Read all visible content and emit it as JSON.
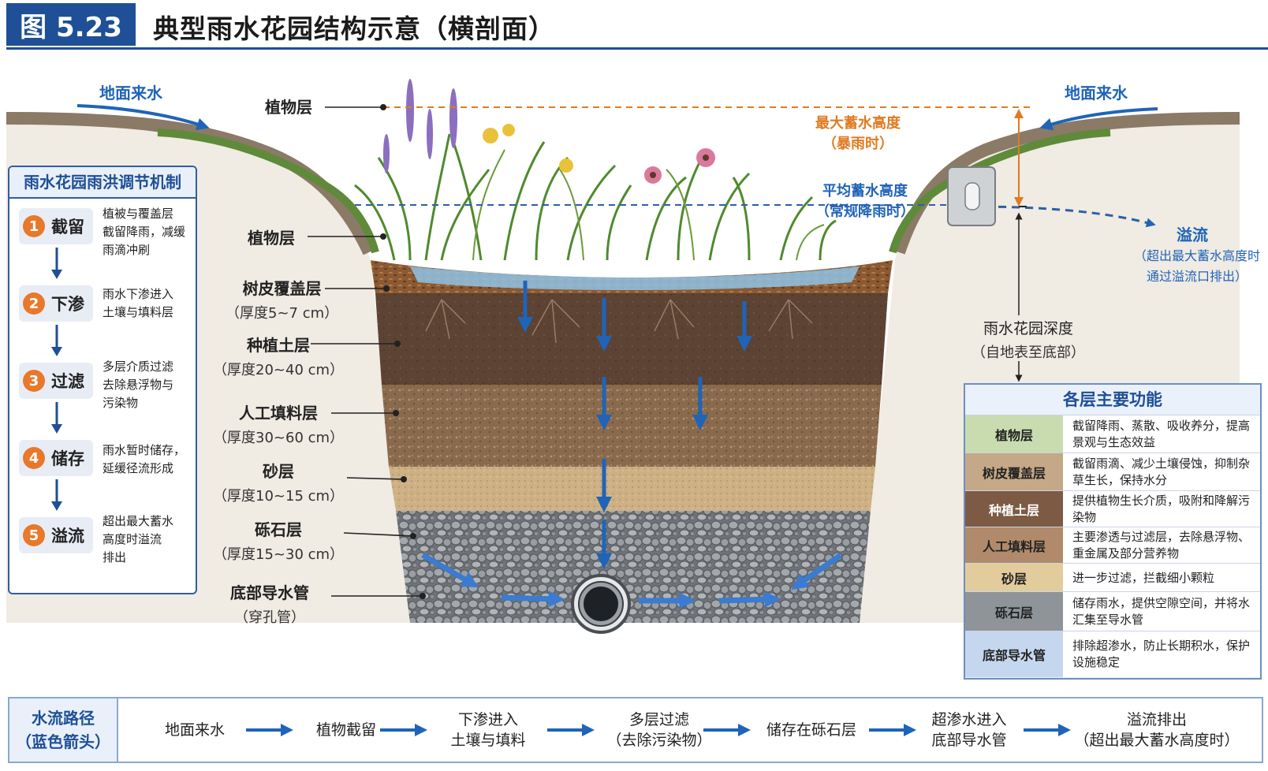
{
  "figure": {
    "badge": "图 5.23",
    "title": "典型雨水花园结构示意（横剖面）"
  },
  "surface": {
    "inflow_left": "地面来水",
    "inflow_right": "地面来水",
    "max_level": {
      "title": "最大蓄水高度",
      "note": "（暴雨时）"
    },
    "avg_level": {
      "title": "平均蓄水高度",
      "note": "（常规降雨时）"
    },
    "overflow": {
      "title": "溢流",
      "note_1": "（超出最大蓄水高度时",
      "note_2": "通过溢流口排出）"
    },
    "depth": {
      "title": "雨水花园深度",
      "note": "（自地表至底部）"
    },
    "top_plant_label": "植物层"
  },
  "layers": [
    {
      "name": "植物层",
      "thickness": ""
    },
    {
      "name": "树皮覆盖层",
      "thickness": "（厚度5~7 cm）"
    },
    {
      "name": "种植土层",
      "thickness": "（厚度20~40 cm）"
    },
    {
      "name": "人工填料层",
      "thickness": "（厚度30~60 cm）"
    },
    {
      "name": "砂层",
      "thickness": "（厚度10~15 cm）"
    },
    {
      "name": "砾石层",
      "thickness": "（厚度15~30 cm）"
    },
    {
      "name": "底部导水管",
      "thickness": "（穿孔管）"
    }
  ],
  "mechanism": {
    "title": "雨水花园雨洪调节机制",
    "steps": [
      {
        "num": "1",
        "name": "截留",
        "desc_1": "植被与覆盖层",
        "desc_2": "截留降雨，减缓",
        "desc_3": "雨滴冲刷"
      },
      {
        "num": "2",
        "name": "下渗",
        "desc_1": "雨水下渗进入",
        "desc_2": "土壤与填料层",
        "desc_3": ""
      },
      {
        "num": "3",
        "name": "过滤",
        "desc_1": "多层介质过滤",
        "desc_2": "去除悬浮物与",
        "desc_3": "污染物"
      },
      {
        "num": "4",
        "name": "储存",
        "desc_1": "雨水暂时储存，",
        "desc_2": "延缓径流形成",
        "desc_3": ""
      },
      {
        "num": "5",
        "name": "溢流",
        "desc_1": "超出最大蓄水",
        "desc_2": "高度时溢流",
        "desc_3": "排出"
      }
    ]
  },
  "functions": {
    "title": "各层主要功能",
    "rows": [
      {
        "name": "植物层",
        "desc": "截留降雨、蒸散、吸收养分，提高景观与生态效益",
        "color": "#c9dcb0",
        "text": "#222222"
      },
      {
        "name": "树皮覆盖层",
        "desc": "截留雨滴、减少土壤侵蚀，抑制杂草生长，保持水分",
        "color": "#c4a887",
        "text": "#222222"
      },
      {
        "name": "种植土层",
        "desc": "提供植物生长介质，吸附和降解污染物",
        "color": "#7c5a44",
        "text": "#ffffff"
      },
      {
        "name": "人工填料层",
        "desc": "主要渗透与过滤层，去除悬浮物、重金属及部分营养物",
        "color": "#b08a6a",
        "text": "#222222"
      },
      {
        "name": "砂层",
        "desc": "进一步过滤，拦截细小颗粒",
        "color": "#e3cc9c",
        "text": "#222222"
      },
      {
        "name": "砾石层",
        "desc": "储存雨水，提供空隙空间，并将水汇集至导水管",
        "color": "#8f9499",
        "text": "#222222"
      },
      {
        "name": "底部导水管",
        "desc": "排除超渗水，防止长期积水，保护设施稳定",
        "color": "#c5d7ee",
        "text": "#222222"
      }
    ]
  },
  "flow": {
    "title_1": "水流路径",
    "title_2": "（蓝色箭头）",
    "steps": [
      {
        "line_1": "地面来水",
        "line_2": ""
      },
      {
        "line_1": "植物截留",
        "line_2": ""
      },
      {
        "line_1": "下渗进入",
        "line_2": "土壤与填料"
      },
      {
        "line_1": "多层过滤",
        "line_2": "（去除污染物）"
      },
      {
        "line_1": "储存在砾石层",
        "line_2": ""
      },
      {
        "line_1": "超渗水进入",
        "line_2": "底部导水管"
      },
      {
        "line_1": "溢流排出",
        "line_2": "（超出最大蓄水高度时）"
      }
    ]
  },
  "colors": {
    "accent": "#1f4f97",
    "water": "#1f64b8",
    "orange": "#e07b22"
  }
}
